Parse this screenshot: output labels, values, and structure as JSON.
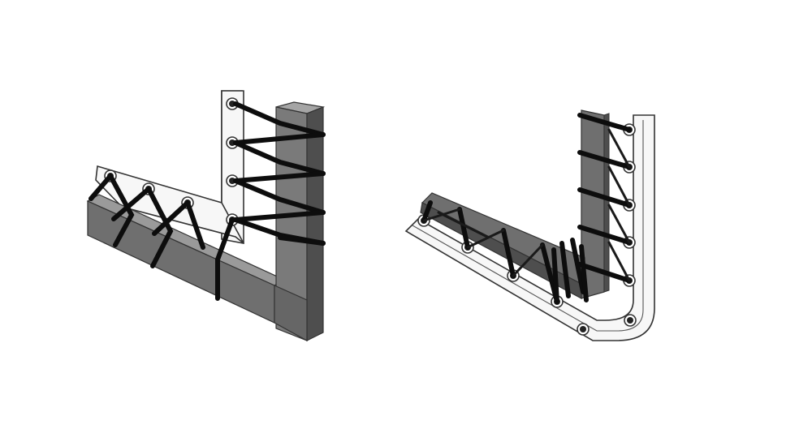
{
  "figure": {
    "panels": [
      {
        "id": "left",
        "subject": "square-corner-frame-lacing"
      },
      {
        "id": "right",
        "subject": "rounded-corner-frame-lacing"
      }
    ],
    "colors": {
      "frame_face": "#6f6f6f",
      "frame_top": "#9a9a9a",
      "frame_side": "#4e4e4e",
      "sheet": "#f7f7f7",
      "sheet_edge": "#333333",
      "lacing": "#0d0d0d",
      "grommet": "#d9d9d9"
    },
    "icons": [
      "grommet-icon",
      "lacing-cord-icon",
      "frame-bar-icon"
    ]
  }
}
